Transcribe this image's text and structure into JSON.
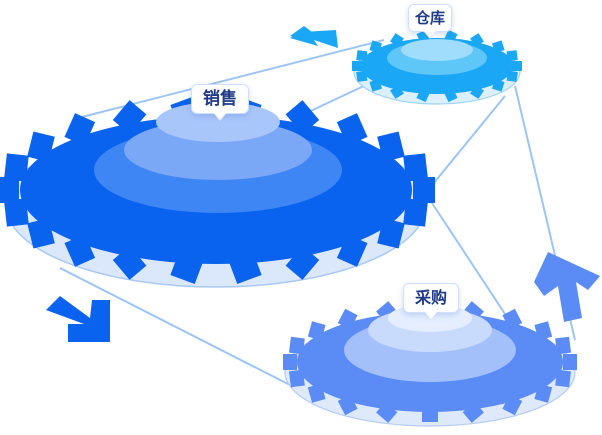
{
  "diagram": {
    "gears": {
      "sales": {
        "label": "销售",
        "color": "#0a63ef"
      },
      "warehouse": {
        "label": "仓库",
        "color": "#1aa7f5"
      },
      "purchase": {
        "label": "采购",
        "color": "#5b8cf5"
      }
    },
    "arrows": {
      "warehouse_arrow": {
        "icon": "chevron-left-arrow-icon",
        "color": "#1aa7f5"
      },
      "sales_arrow": {
        "icon": "chevron-down-right-arrow-icon",
        "color": "#0a63ef"
      },
      "purchase_arrow": {
        "icon": "chevron-up-arrow-icon",
        "color": "#5b8cf5"
      }
    },
    "belt_color": "#9cc4f5"
  }
}
